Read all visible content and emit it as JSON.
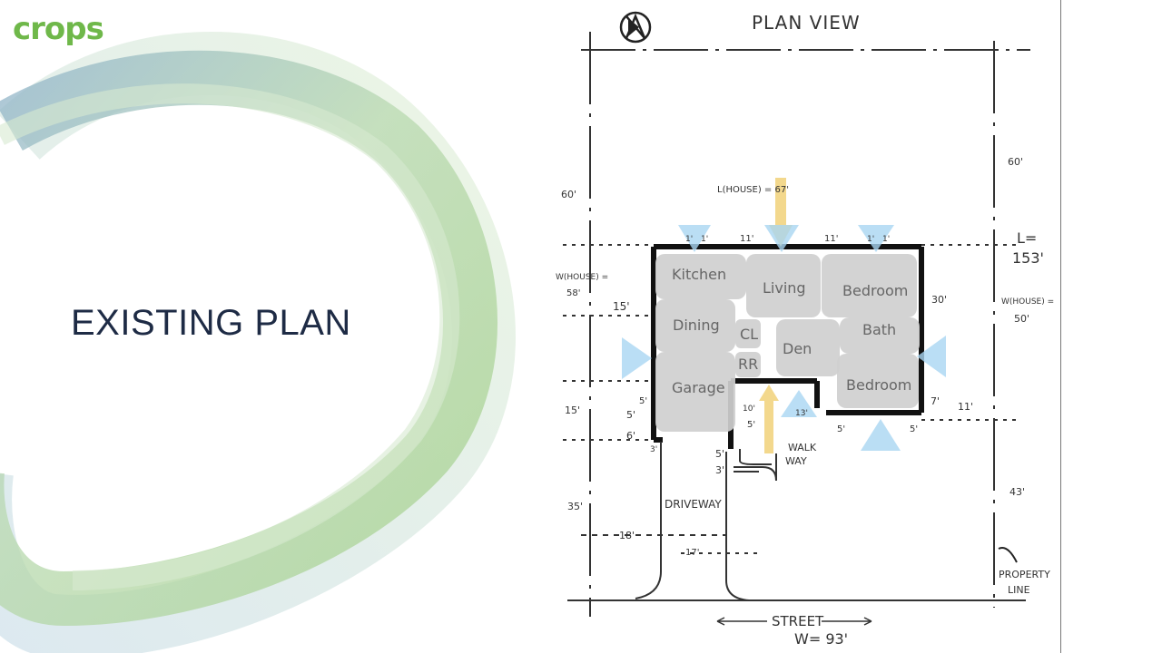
{
  "slide": {
    "logo_text": "crops",
    "title": "EXISTING PLAN",
    "colors": {
      "logo": "#6fb84a",
      "title": "#1e2b45",
      "ring_blue": "#8fb2cc",
      "ring_green": "#a7d28e",
      "room_fill": "#cfcfcf",
      "sun_arrow": "#f2d27a",
      "wind_arrow": "#a9d6f2"
    }
  },
  "plan": {
    "heading": "PLAN VIEW",
    "north_icon": "north-arrow-icon",
    "rooms": {
      "kitchen": "Kitchen",
      "living": "Living",
      "bedroom_top": "Bedroom",
      "dining": "Dining",
      "cl": "CL",
      "den": "Den",
      "bath": "Bath",
      "rr": "RR",
      "garage": "Garage",
      "bedroom_bottom": "Bedroom"
    },
    "labels": {
      "l_house": "L(HOUSE) = 67'",
      "w_house_left": "W(HOUSE) =",
      "w_house_left_val": "58'",
      "w_house_right": "W(HOUSE) =",
      "w_house_right_val": "50'",
      "l_total": "L=",
      "l_total_val": "153'",
      "driveway": "DRIVEWAY",
      "walk": "WALK",
      "way": "WAY",
      "street": "STREET",
      "street_w": "W= 93'",
      "property": "PROPERTY",
      "line": "LINE"
    },
    "dims": {
      "d60_left": "60'",
      "d60_right": "60'",
      "d15a": "15'",
      "d15b": "15'",
      "d35": "35'",
      "d43": "43'",
      "d30": "30'",
      "d11a": "11'",
      "d11b": "11'",
      "d11c": "11'",
      "d7": "7'",
      "d18": "18'",
      "d17": "17'",
      "d5a": "5'",
      "d5b": "5'",
      "d6": "6'",
      "d3a": "3'",
      "d5c": "5'",
      "d3b": "3'",
      "d10": "10'",
      "d5d": "5'",
      "d13": "13'",
      "d5e": "5'",
      "d5f": "5'",
      "d1a": "1'",
      "d1b": "1'",
      "d1c": "1'",
      "d1d": "1'"
    }
  }
}
